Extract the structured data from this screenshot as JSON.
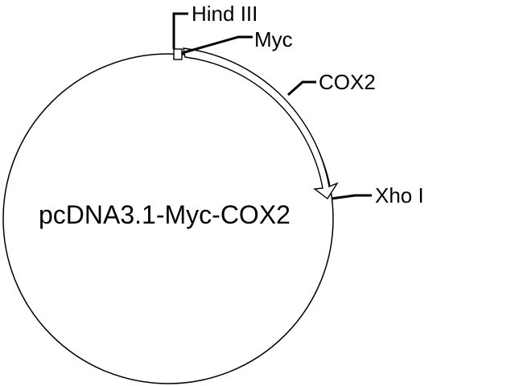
{
  "plasmid": {
    "name": "pcDNA3.1-Myc-COX2"
  },
  "features": {
    "hind3": {
      "label": "Hind III"
    },
    "myc": {
      "label": "Myc"
    },
    "cox2": {
      "label": "COX2"
    },
    "xho1": {
      "label": "Xho I"
    }
  },
  "colors": {
    "stroke": "#000000",
    "fill": "#ffffff"
  }
}
